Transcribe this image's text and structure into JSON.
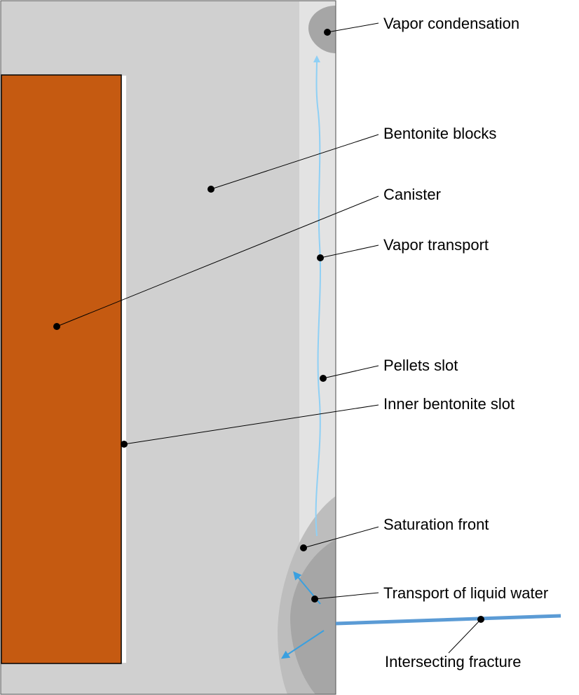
{
  "labels": {
    "vapor_condensation": "Vapor condensation",
    "bentonite_blocks": "Bentonite blocks",
    "canister": "Canister",
    "vapor_transport": "Vapor transport",
    "pellets_slot": "Pellets slot",
    "inner_bentonite_slot": "Inner bentonite slot",
    "saturation_front": "Saturation front",
    "transport_liquid_water": "Transport of liquid water",
    "intersecting_fracture": "Intersecting fracture"
  },
  "colors": {
    "bentonite": "#d0d0d0",
    "pellets": "#e3e3e3",
    "canister": "#c55a11",
    "inner_slot": "#ffffff",
    "saturation_outer": "#bdbdbd",
    "saturation_inner": "#a6a6a6",
    "condensation": "#a6a6a6",
    "vapor_arrow": "#8fd0f5",
    "water_arrow": "#3aa0e0",
    "fracture": "#5b9bd5",
    "leader": "#000000"
  }
}
